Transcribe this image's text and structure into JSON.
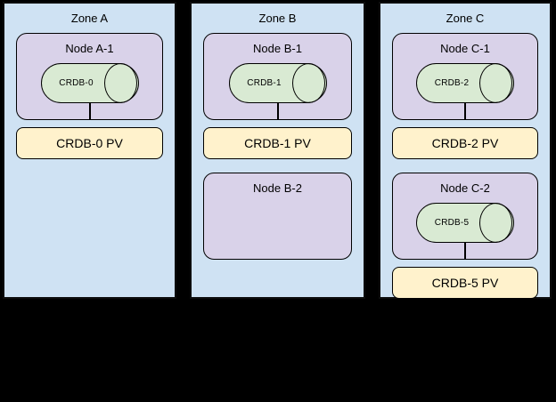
{
  "canvas": {
    "background": "#000000"
  },
  "colors": {
    "zone_fill": "#cfe2f3",
    "node_fill": "#d9d2e9",
    "database_fill": "#d9ead3",
    "pv_fill": "#fff2cc",
    "border": "#000000"
  },
  "zones": [
    {
      "title": "Zone A",
      "groups": [
        {
          "node_label": "Node A-1",
          "db_label": "CRDB-0",
          "pv_label": "CRDB-0 PV"
        }
      ]
    },
    {
      "title": "Zone B",
      "groups": [
        {
          "node_label": "Node B-1",
          "db_label": "CRDB-1",
          "pv_label": "CRDB-1 PV"
        },
        {
          "node_label": "Node B-2"
        }
      ]
    },
    {
      "title": "Zone C",
      "groups": [
        {
          "node_label": "Node C-1",
          "db_label": "CRDB-2",
          "pv_label": "CRDB-2 PV"
        },
        {
          "node_label": "Node C-2",
          "db_label": "CRDB-5",
          "pv_label": "CRDB-5 PV"
        }
      ]
    }
  ]
}
